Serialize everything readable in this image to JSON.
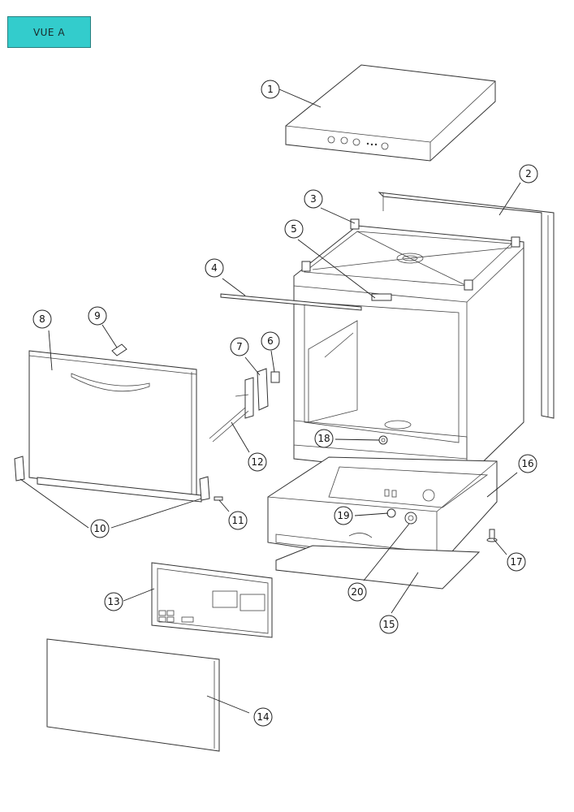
{
  "view_label": "VUE A",
  "callouts": [
    "1",
    "2",
    "3",
    "4",
    "5",
    "6",
    "7",
    "8",
    "9",
    "10",
    "11",
    "12",
    "13",
    "14",
    "15",
    "16",
    "17",
    "18",
    "19",
    "20"
  ]
}
